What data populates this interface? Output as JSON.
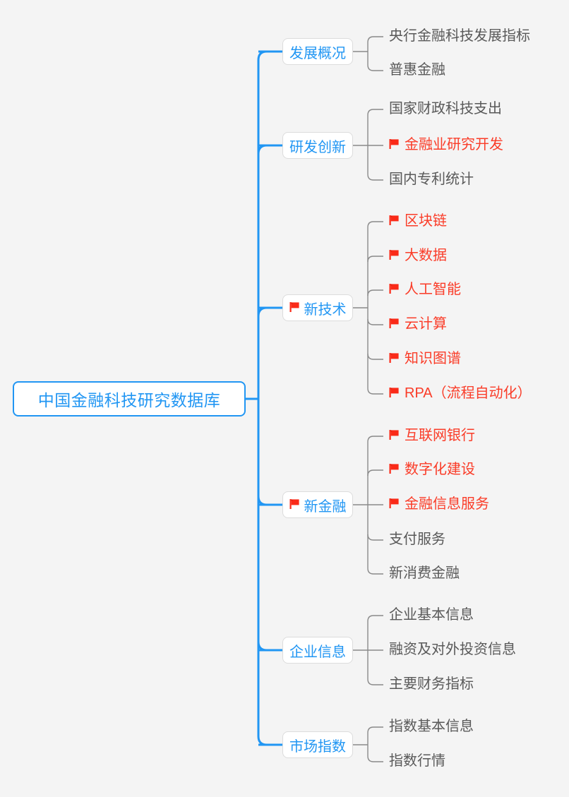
{
  "diagram": {
    "type": "mindmap",
    "title": "中国金融科技研究数据库",
    "background_color": "#f4f4f4",
    "root_color": "#2196f3",
    "branch_color": "#2196f3",
    "leaf_color": "#595959",
    "flag_color": "#fa3c28",
    "flag_icon": "red-flag-icon",
    "root": {
      "label": "中国金融科技研究数据库",
      "flagged": false
    },
    "branches": [
      {
        "label": "发展概况",
        "flagged": false,
        "children": [
          {
            "label": "央行金融科技发展指标",
            "flagged": false
          },
          {
            "label": "普惠金融",
            "flagged": false
          }
        ]
      },
      {
        "label": "研发创新",
        "flagged": false,
        "children": [
          {
            "label": "国家财政科技支出",
            "flagged": false
          },
          {
            "label": "金融业研究开发",
            "flagged": true
          },
          {
            "label": "国内专利统计",
            "flagged": false
          }
        ]
      },
      {
        "label": "新技术",
        "flagged": true,
        "children": [
          {
            "label": "区块链",
            "flagged": true
          },
          {
            "label": "大数据",
            "flagged": true
          },
          {
            "label": "人工智能",
            "flagged": true
          },
          {
            "label": "云计算",
            "flagged": true
          },
          {
            "label": "知识图谱",
            "flagged": true
          },
          {
            "label": "RPA（流程自动化）",
            "flagged": true
          }
        ]
      },
      {
        "label": "新金融",
        "flagged": true,
        "children": [
          {
            "label": "互联网银行",
            "flagged": true
          },
          {
            "label": "数字化建设",
            "flagged": true
          },
          {
            "label": "金融信息服务",
            "flagged": true
          },
          {
            "label": "支付服务",
            "flagged": false
          },
          {
            "label": "新消费金融",
            "flagged": false
          }
        ]
      },
      {
        "label": "企业信息",
        "flagged": false,
        "children": [
          {
            "label": "企业基本信息",
            "flagged": false
          },
          {
            "label": "融资及对外投资信息",
            "flagged": false
          },
          {
            "label": "主要财务指标",
            "flagged": false
          }
        ]
      },
      {
        "label": "市场指数",
        "flagged": false,
        "children": [
          {
            "label": "指数基本信息",
            "flagged": false
          },
          {
            "label": "指数行情",
            "flagged": false
          }
        ]
      }
    ]
  }
}
